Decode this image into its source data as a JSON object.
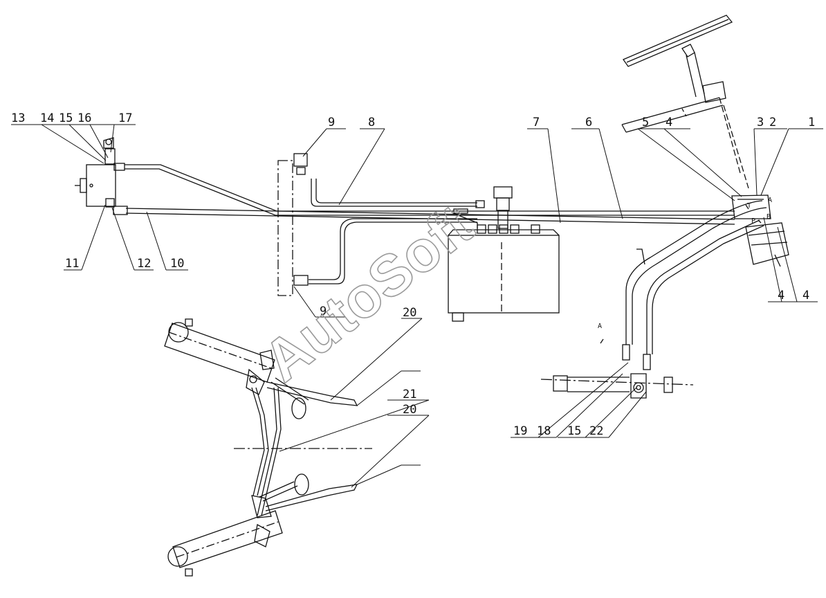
{
  "diagram": {
    "callouts": {
      "c1": "1",
      "c2": "2",
      "c3": "3",
      "c4a": "4",
      "c4b": "4",
      "c4c": "4",
      "c5": "5",
      "c6": "6",
      "c7": "7",
      "c8": "8",
      "c9a": "9",
      "c9b": "9",
      "c10": "10",
      "c11": "11",
      "c12": "12",
      "c13": "13",
      "c14": "14",
      "c15a": "15",
      "c15b": "15",
      "c16": "16",
      "c17": "17",
      "c18": "18",
      "c19": "19",
      "c20a": "20",
      "c20b": "20",
      "c21": "21",
      "c22": "22"
    },
    "port_labels": {
      "a": "A",
      "b": "B",
      "p": "P",
      "t": "T",
      "view_a": "A"
    },
    "watermark": "AutoSoft"
  }
}
